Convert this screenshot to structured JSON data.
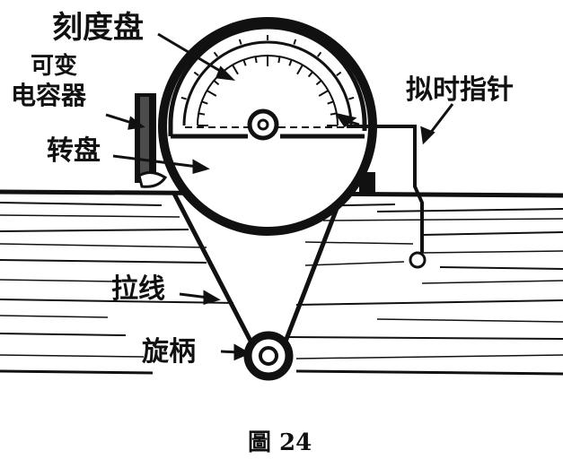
{
  "labels": {
    "dial": "刻度盘",
    "capacitor_line1": "可变",
    "capacitor_line2": "电容器",
    "disc": "转盘",
    "pointer": "拟时指针",
    "cord": "拉线",
    "knob": "旋柄"
  },
  "caption": "圖 24",
  "colors": {
    "ink": "#111111",
    "paper": "#ffffff"
  }
}
